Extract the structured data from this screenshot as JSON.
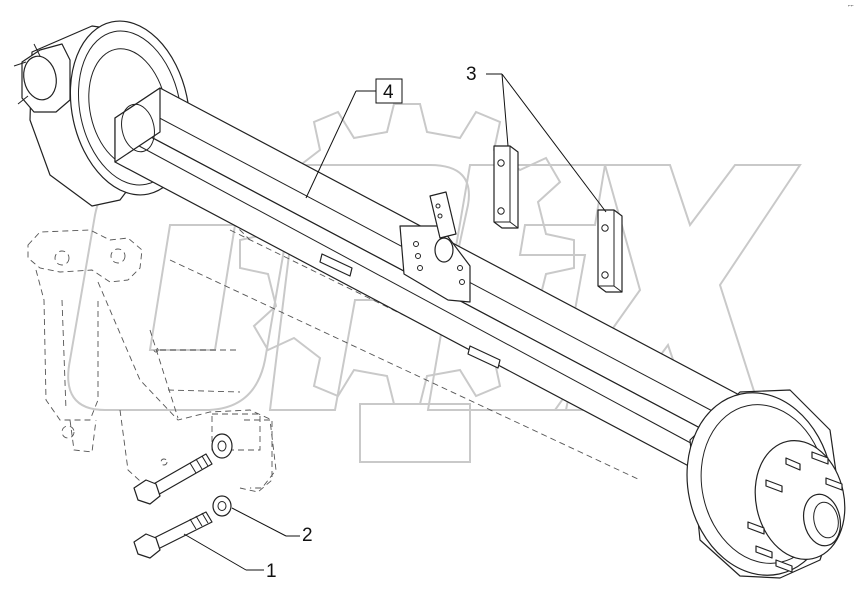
{
  "watermark": {
    "text": "OPEX"
  },
  "callouts": [
    {
      "id": "1",
      "label": "1"
    },
    {
      "id": "2",
      "label": "2"
    },
    {
      "id": "3",
      "label": "3"
    },
    {
      "id": "4",
      "label": "4"
    }
  ],
  "corner_mark": "⌐⌐"
}
